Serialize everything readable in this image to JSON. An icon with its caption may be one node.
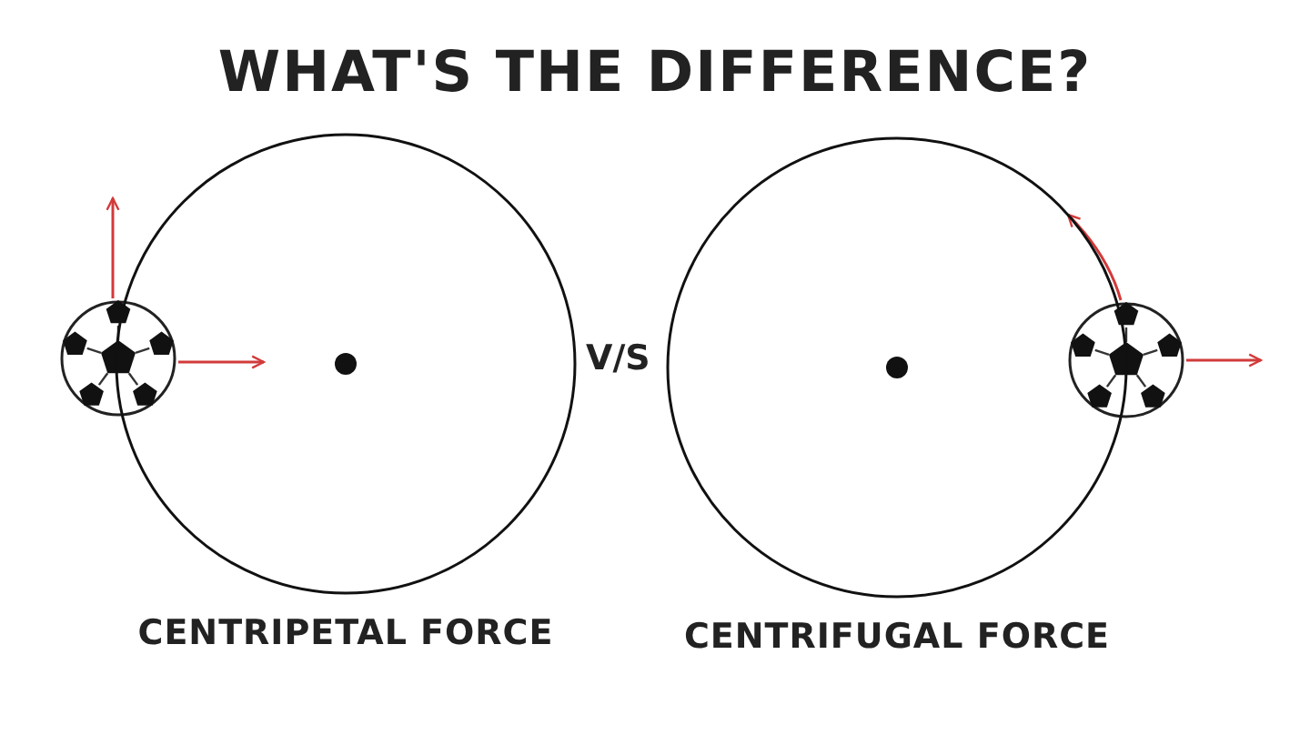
{
  "diagram": {
    "title": "WHAT'S THE DIFFERENCE?",
    "nodes": [
      {
        "text": [
          "CENTRIPETAL FORCE"
        ]
      },
      {
        "text": [
          "CENTRIFUGAL FORCE"
        ]
      }
    ],
    "labels": [
      "V/S"
    ]
  }
}
